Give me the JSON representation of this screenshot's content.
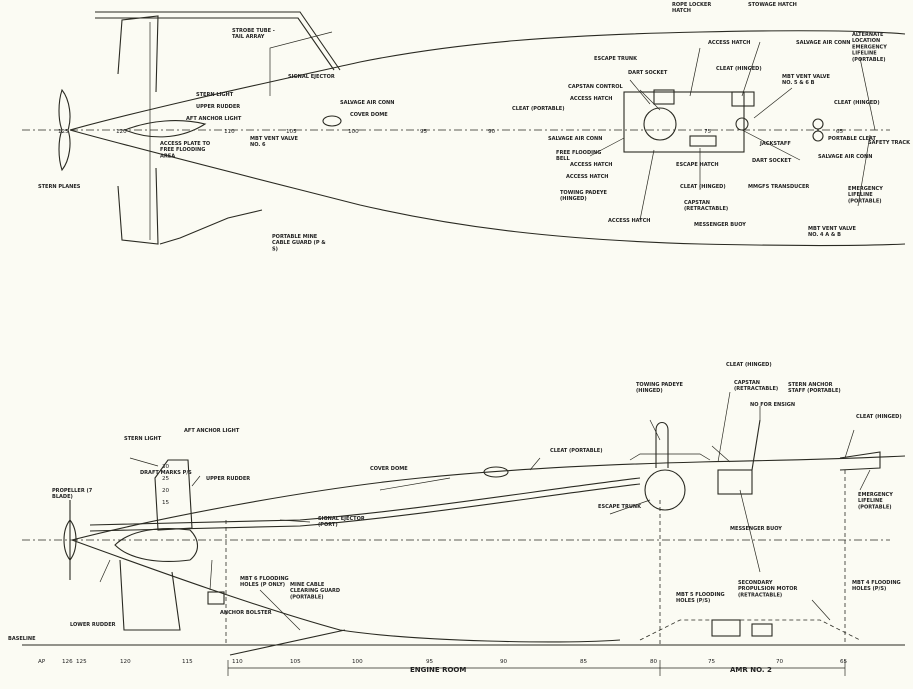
{
  "top_view": {
    "labels": [
      {
        "id": "strobe",
        "text": "STROBE TUBE - TAIL ARRAY"
      },
      {
        "id": "rope-locker",
        "text": "ROPE LOCKER HATCH"
      },
      {
        "id": "stowage",
        "text": "STOWAGE HATCH"
      },
      {
        "id": "access-hatch-1",
        "text": "ACCESS HATCH"
      },
      {
        "id": "salvage-air-1",
        "text": "SALVAGE AIR CONN"
      },
      {
        "id": "alt-lifeline",
        "text": "ALTERNATE LOCATION EMERGENCY LIFELINE (PORTABLE)"
      },
      {
        "id": "signal-ejector",
        "text": "SIGNAL EJECTOR"
      },
      {
        "id": "escape-trunk-1",
        "text": "ESCAPE TRUNK"
      },
      {
        "id": "cleat-hinged-1",
        "text": "CLEAT (HINGED)"
      },
      {
        "id": "dart-socket-1",
        "text": "DART SOCKET"
      },
      {
        "id": "capstan-control",
        "text": "CAPSTAN CONTROL"
      },
      {
        "id": "mbt-vent-56",
        "text": "MBT VENT VALVE NO. 5 & 6 B"
      },
      {
        "id": "access-hatch-2",
        "text": "ACCESS HATCH"
      },
      {
        "id": "cleat-hinged-2",
        "text": "CLEAT (HINGED)"
      },
      {
        "id": "stern-light",
        "text": "STERN LIGHT"
      },
      {
        "id": "upper-rudder",
        "text": "UPPER RUDDER"
      },
      {
        "id": "aft-anchor-light",
        "text": "AFT ANCHOR LIGHT"
      },
      {
        "id": "salvage-air-2",
        "text": "SALVAGE AIR CONN"
      },
      {
        "id": "cover-dome-1",
        "text": "COVER DOME"
      },
      {
        "id": "cleat-portable-1",
        "text": "CLEAT (PORTABLE)"
      },
      {
        "id": "mbt-vent-6",
        "text": "MBT VENT VALVE NO. 6"
      },
      {
        "id": "access-plate",
        "text": "ACCESS PLATE TO FREE FLOODING AREA"
      },
      {
        "id": "salvage-air-3",
        "text": "SALVAGE AIR CONN"
      },
      {
        "id": "free-flooding",
        "text": "FREE FLOODING BELL"
      },
      {
        "id": "access-hatch-3",
        "text": "ACCESS HATCH"
      },
      {
        "id": "jackstaff",
        "text": "JACKSTAFF"
      },
      {
        "id": "portable-cleat",
        "text": "PORTABLE CLEAT"
      },
      {
        "id": "safety-track",
        "text": "SAFETY TRACK"
      },
      {
        "id": "dart-socket-2",
        "text": "DART SOCKET"
      },
      {
        "id": "salvage-air-4",
        "text": "SALVAGE AIR CONN"
      },
      {
        "id": "access-hatch-4",
        "text": "ACCESS HATCH"
      },
      {
        "id": "escape-hatch-1",
        "text": "ESCAPE HATCH"
      },
      {
        "id": "towing-padeye-1",
        "text": "TOWING PADEYE (HINGED)"
      },
      {
        "id": "cleat-hinged-3",
        "text": "CLEAT (HINGED)"
      },
      {
        "id": "capstan-retract-1",
        "text": "CAPSTAN (RETRACTABLE)"
      },
      {
        "id": "transducer",
        "text": "MMGFS TRANSDUCER"
      },
      {
        "id": "emergency-lifeline-1",
        "text": "EMERGENCY LIFELINE (PORTABLE)"
      },
      {
        "id": "stern-planes",
        "text": "STERN PLANES"
      },
      {
        "id": "access-hatch-5",
        "text": "ACCESS HATCH"
      },
      {
        "id": "messenger-buoy-1",
        "text": "MESSENGER BUOY"
      },
      {
        "id": "mbt-vent-4",
        "text": "MBT VENT VALVE NO. 4 A & B"
      },
      {
        "id": "portable-mine",
        "text": "PORTABLE MINE CABLE GUARD (P & S)"
      }
    ],
    "ticks": [
      {
        "id": "t125",
        "text": "125"
      },
      {
        "id": "t120",
        "text": "120"
      },
      {
        "id": "t110",
        "text": "110"
      },
      {
        "id": "t105",
        "text": "105"
      },
      {
        "id": "t100",
        "text": "100"
      },
      {
        "id": "t95",
        "text": "95"
      },
      {
        "id": "t90",
        "text": "90"
      },
      {
        "id": "t75",
        "text": "75"
      },
      {
        "id": "t65",
        "text": "65"
      }
    ]
  },
  "side_view": {
    "labels": [
      {
        "id": "cleat-hinged-4",
        "text": "CLEAT (HINGED)"
      },
      {
        "id": "capstan-retract-2",
        "text": "CAPSTAN (RETRACTABLE)"
      },
      {
        "id": "stern-anchor-staff",
        "text": "STERN ANCHOR STAFF (PORTABLE)"
      },
      {
        "id": "towing-padeye-2",
        "text": "TOWING PADEYE (HINGED)"
      },
      {
        "id": "no-for-ensign",
        "text": "NO FOR ENSIGN"
      },
      {
        "id": "cleat-hinged-5",
        "text": "CLEAT (HINGED)"
      },
      {
        "id": "aft-anchor-light-2",
        "text": "AFT ANCHOR LIGHT"
      },
      {
        "id": "stern-light-2",
        "text": "STERN LIGHT"
      },
      {
        "id": "cleat-portable-2",
        "text": "CLEAT (PORTABLE)"
      },
      {
        "id": "draft-marks",
        "text": "DRAFT MARKS P/S"
      },
      {
        "id": "upper-rudder-2",
        "text": "UPPER RUDDER"
      },
      {
        "id": "cover-dome-2",
        "text": "COVER DOME"
      },
      {
        "id": "propeller",
        "text": "PROPELLER (7 BLADE)"
      },
      {
        "id": "signal-ejector-2",
        "text": "SIGNAL EJECTOR (PORT)"
      },
      {
        "id": "escape-trunk-2",
        "text": "ESCAPE TRUNK"
      },
      {
        "id": "messenger-buoy-2",
        "text": "MESSENGER BUOY"
      },
      {
        "id": "emergency-lifeline-2",
        "text": "EMERGENCY LIFELINE (PORTABLE)"
      },
      {
        "id": "mbt6-flooding",
        "text": "MBT 6 FLOODING HOLES (P ONLY)"
      },
      {
        "id": "mine-cable",
        "text": "MINE CABLE CLEARING GUARD (PORTABLE)"
      },
      {
        "id": "anchor-bolster",
        "text": "ANCHOR BOLSTER"
      },
      {
        "id": "lower-rudder",
        "text": "LOWER RUDDER"
      },
      {
        "id": "mbt5-flooding",
        "text": "MBT 5 FLOODING HOLES (P/S)"
      },
      {
        "id": "secondary-propulsion",
        "text": "SECONDARY PROPULSION MOTOR (RETRACTABLE)"
      },
      {
        "id": "mbt4-flooding",
        "text": "MBT 4 FLOODING HOLES (P/S)"
      },
      {
        "id": "baseline",
        "text": "BASELINE"
      },
      {
        "id": "engine-room",
        "text": "ENGINE ROOM"
      },
      {
        "id": "amr-2",
        "text": "AMR NO. 2"
      }
    ],
    "ticks": [
      {
        "id": "sap",
        "text": "AP"
      },
      {
        "id": "s126",
        "text": "126"
      },
      {
        "id": "s125",
        "text": "125"
      },
      {
        "id": "s120",
        "text": "120"
      },
      {
        "id": "s115",
        "text": "115"
      },
      {
        "id": "s110",
        "text": "110"
      },
      {
        "id": "s105",
        "text": "105"
      },
      {
        "id": "s100",
        "text": "100"
      },
      {
        "id": "s95",
        "text": "95"
      },
      {
        "id": "s90",
        "text": "90"
      },
      {
        "id": "s85",
        "text": "85"
      },
      {
        "id": "s80",
        "text": "80"
      },
      {
        "id": "s75",
        "text": "75"
      },
      {
        "id": "s70",
        "text": "70"
      },
      {
        "id": "s65",
        "text": "65"
      }
    ],
    "draft_marks": [
      "30",
      "25",
      "20",
      "15"
    ]
  }
}
